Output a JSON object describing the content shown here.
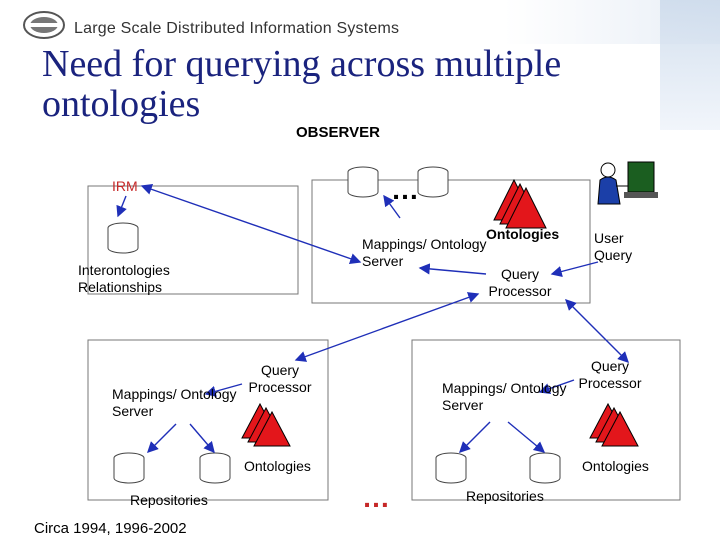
{
  "header": {
    "title": "Large Scale Distributed Information Systems",
    "logo": "lsdis-logo"
  },
  "slide": {
    "title": "Need for querying across multiple ontologies",
    "observer_label": "OBSERVER",
    "footer_note": "Circa 1994, 1996-2002"
  },
  "diagram": {
    "irm_label": "IRM",
    "interontologies_label": "Interontologies Relationships",
    "top_mappings_label": "Mappings/ Ontology Server",
    "top_ontologies_label": "Ontologies",
    "user_query_label": "User Query",
    "top_query_processor_label": "Query Processor",
    "top_ellipsis": "…",
    "left_node": {
      "mappings_label": "Mappings/ Ontology Server",
      "query_processor_label": "Query Processor",
      "ontologies_label": "Ontologies",
      "repositories_label": "Repositories"
    },
    "right_node": {
      "mappings_label": "Mappings/ Ontology Server",
      "query_processor_label": "Query Processor",
      "ontologies_label": "Ontologies",
      "repositories_label": "Repositories"
    },
    "bottom_ellipsis": "…",
    "colors": {
      "ontology_red": "#e3161b",
      "arrow_blue": "#1f2fb8",
      "title_blue": "#1a237e",
      "box_border": "#666666",
      "db_fill": "#ffffff"
    }
  }
}
